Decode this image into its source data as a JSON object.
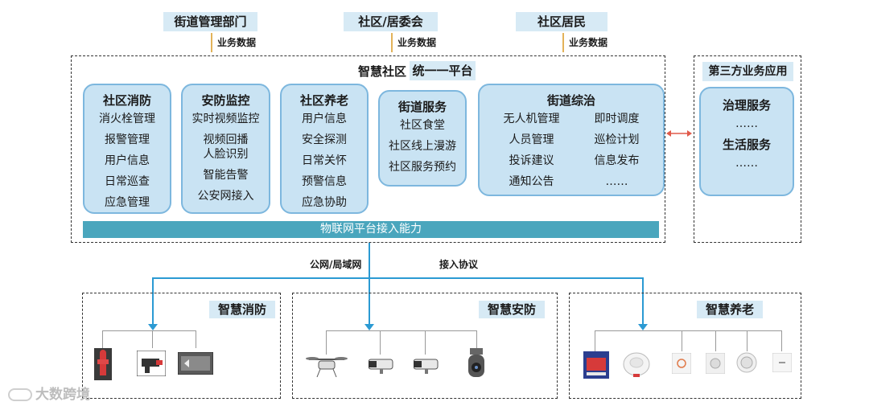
{
  "top_labels": {
    "street_mgmt": "街道管理部门",
    "community_committee": "社区/居委会",
    "residents": "社区居民",
    "business_data": "业务数据"
  },
  "platform": {
    "title": "智慧社区",
    "subtitle": "统一一平台",
    "iot_bar": "物联网平台接入能力"
  },
  "cards": {
    "fire": {
      "title": "社区消防",
      "items": [
        "消火栓管理",
        "报警管理",
        "用户信息",
        "日常巡查",
        "应急管理"
      ]
    },
    "security": {
      "title": "安防监控",
      "items": [
        "实时视频监控",
        "视频回播",
        "人脸识别",
        "智能告警",
        "公安网接入"
      ]
    },
    "elderly": {
      "title": "社区养老",
      "items": [
        "用户信息",
        "安全探测",
        "日常关怀",
        "预警信息",
        "应急协助"
      ]
    },
    "street_service": {
      "title": "街道服务",
      "items": [
        "社区食堂",
        "社区线上漫游",
        "社区服务预约"
      ]
    },
    "street_general": {
      "title": "街道综治",
      "left": [
        "无人机管理",
        "人员管理",
        "投诉建议",
        "通知公告"
      ],
      "right": [
        "即时调度",
        "巡检计划",
        "信息发布",
        "……"
      ]
    }
  },
  "third_party": {
    "title": "第三方业务应用",
    "items": [
      "治理服务",
      "……",
      "生活服务",
      "……"
    ]
  },
  "network": {
    "left": "公网/局域网",
    "right": "接入协议"
  },
  "bottom": {
    "fire": "智慧消防",
    "security": "智慧安防",
    "elderly": "智慧养老"
  },
  "watermark": "大数跨境",
  "colors": {
    "accent": "#2b9ad3",
    "card_fill": "#c9e3f3",
    "iot_bar": "#4aa6bd",
    "label_fill": "#d7eaf5",
    "link_arrow": "#e05a4a"
  }
}
